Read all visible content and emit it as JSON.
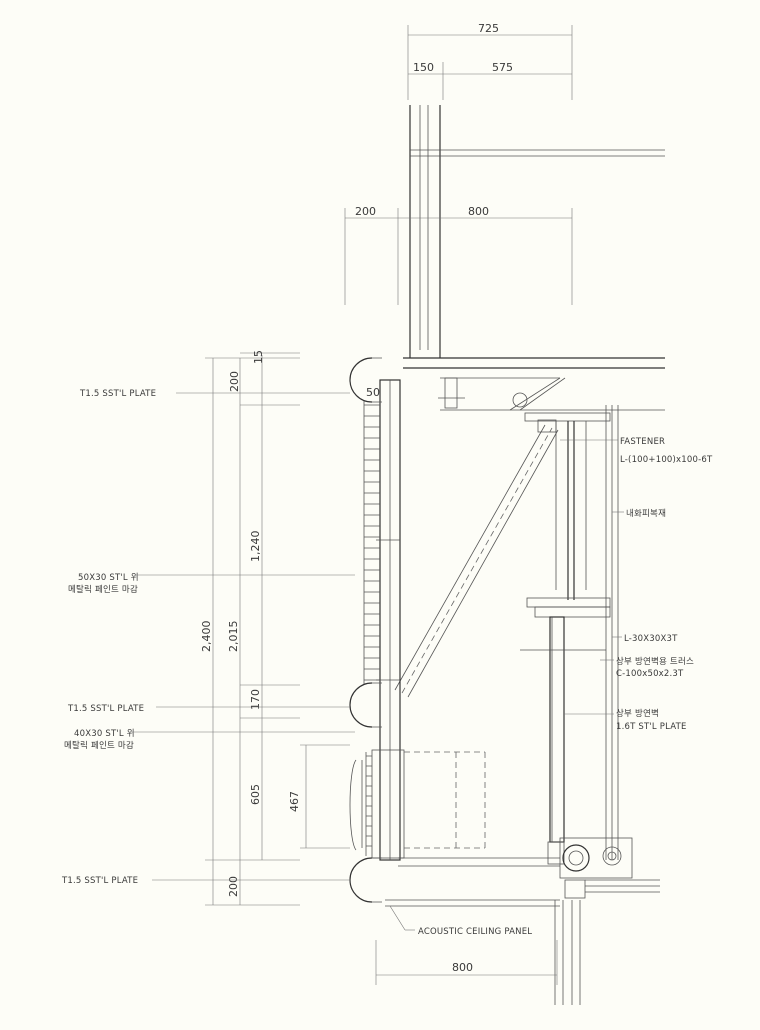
{
  "dimensions": {
    "top_total": "725",
    "top_left": "150",
    "top_right": "575",
    "mid_left": "200",
    "mid_right": "800",
    "v_15": "15",
    "v_200_top": "200",
    "v_50": "50",
    "v_1240": "1,240",
    "v_2400": "2,400",
    "v_2015": "2,015",
    "v_170": "170",
    "v_605": "605",
    "v_467": "467",
    "v_200_bottom": "200",
    "bottom_800": "800"
  },
  "labels": {
    "plate_top": "T1.5 SST'L PLATE",
    "pipe_50_line1": "50X30 ST'L 위",
    "pipe_50_line2": "메탈릭 페인트 마감",
    "plate_mid": "T1.5 SST'L PLATE",
    "pipe_40_line1": "40X30 ST'L 위",
    "pipe_40_line2": "메탈릭 페인트 마감",
    "plate_bottom": "T1.5 SST'L PLATE",
    "fastener": "FASTENER",
    "angle_main": "L-(100+100)x100-6T",
    "fireproof": "내화피복재",
    "angle_small": "L-30X30X3T",
    "truss_line1": "상부 방연벽용 트러스",
    "truss_line2": "C-100x50x2.3T",
    "smoke_wall_line1": "상부 방연벽",
    "smoke_wall_line2": "1.6T ST'L PLATE",
    "ceiling": "ACOUSTIC CEILING PANEL"
  }
}
